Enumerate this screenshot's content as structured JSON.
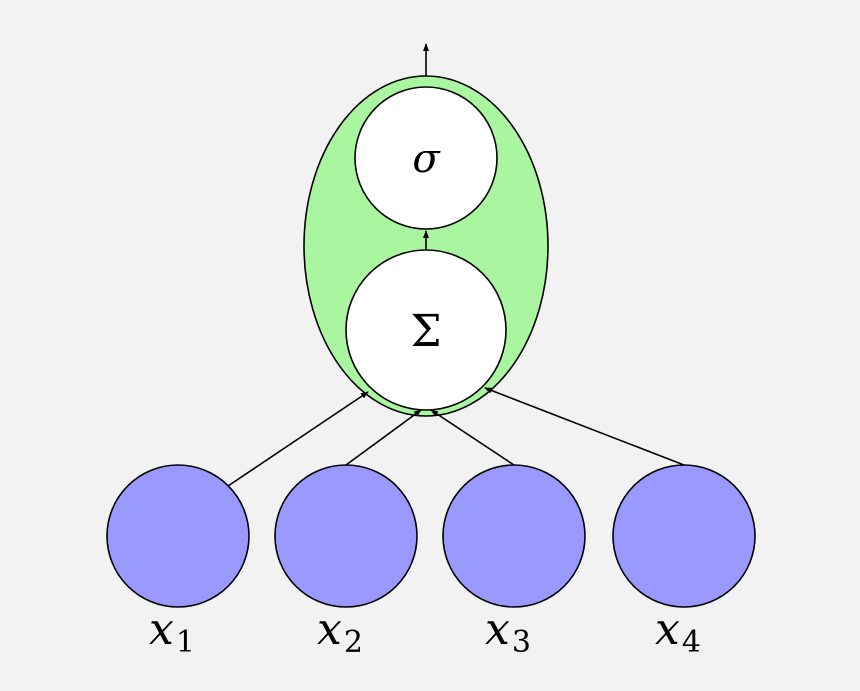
{
  "colors": {
    "background": "#f2f2f2",
    "neuron_fill": "#aaf5a0",
    "operation_fill": "#ffffff",
    "input_fill": "#9999ff",
    "stroke": "#000000"
  },
  "neuron": {
    "activation_symbol": "σ",
    "sum_symbol": "Σ"
  },
  "inputs": [
    {
      "var": "x",
      "sub": "1"
    },
    {
      "var": "x",
      "sub": "2"
    },
    {
      "var": "x",
      "sub": "3"
    },
    {
      "var": "x",
      "sub": "4"
    }
  ]
}
